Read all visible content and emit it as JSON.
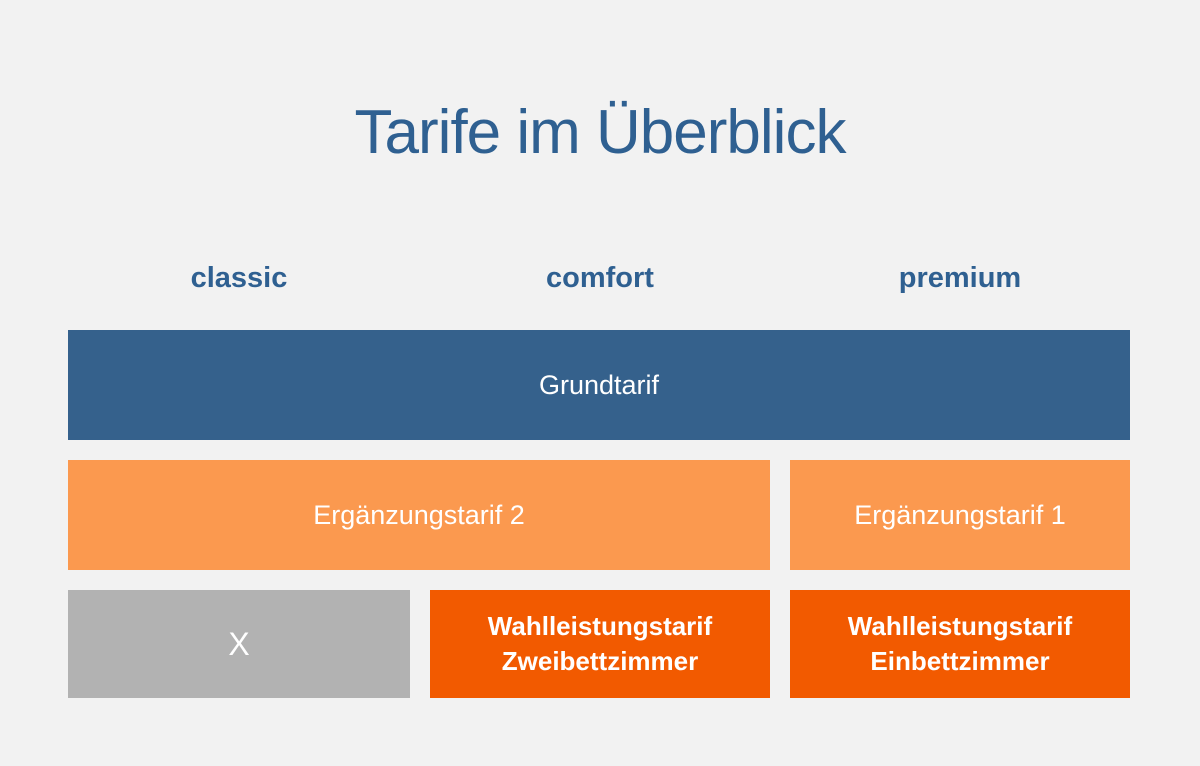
{
  "page": {
    "title": "Tarife im Überblick"
  },
  "columns": [
    {
      "label": "classic"
    },
    {
      "label": "comfort"
    },
    {
      "label": "premium"
    }
  ],
  "blocks": {
    "grundtarif": {
      "label": "Grundtarif"
    },
    "ergaenzungstarif2": {
      "label": "Ergänzungstarif 2"
    },
    "ergaenzungstarif1": {
      "label": "Ergänzungstarif 1"
    },
    "not_available": {
      "label": "X"
    },
    "wahlleistung_zweibett": {
      "line1": "Wahlleistungstarif",
      "line2": "Zweibettzimmer"
    },
    "wahlleistung_einbett": {
      "line1": "Wahlleistungstarif",
      "line2": "Einbettzimmer"
    }
  },
  "colors": {
    "background": "#f2f2f2",
    "heading_blue": "#2f6091",
    "base_tariff_blue": "#35618c",
    "supplement_orange": "#fb994f",
    "optional_orange": "#f25a00",
    "unavailable_gray": "#b2b2b2",
    "block_text": "#ffffff"
  }
}
